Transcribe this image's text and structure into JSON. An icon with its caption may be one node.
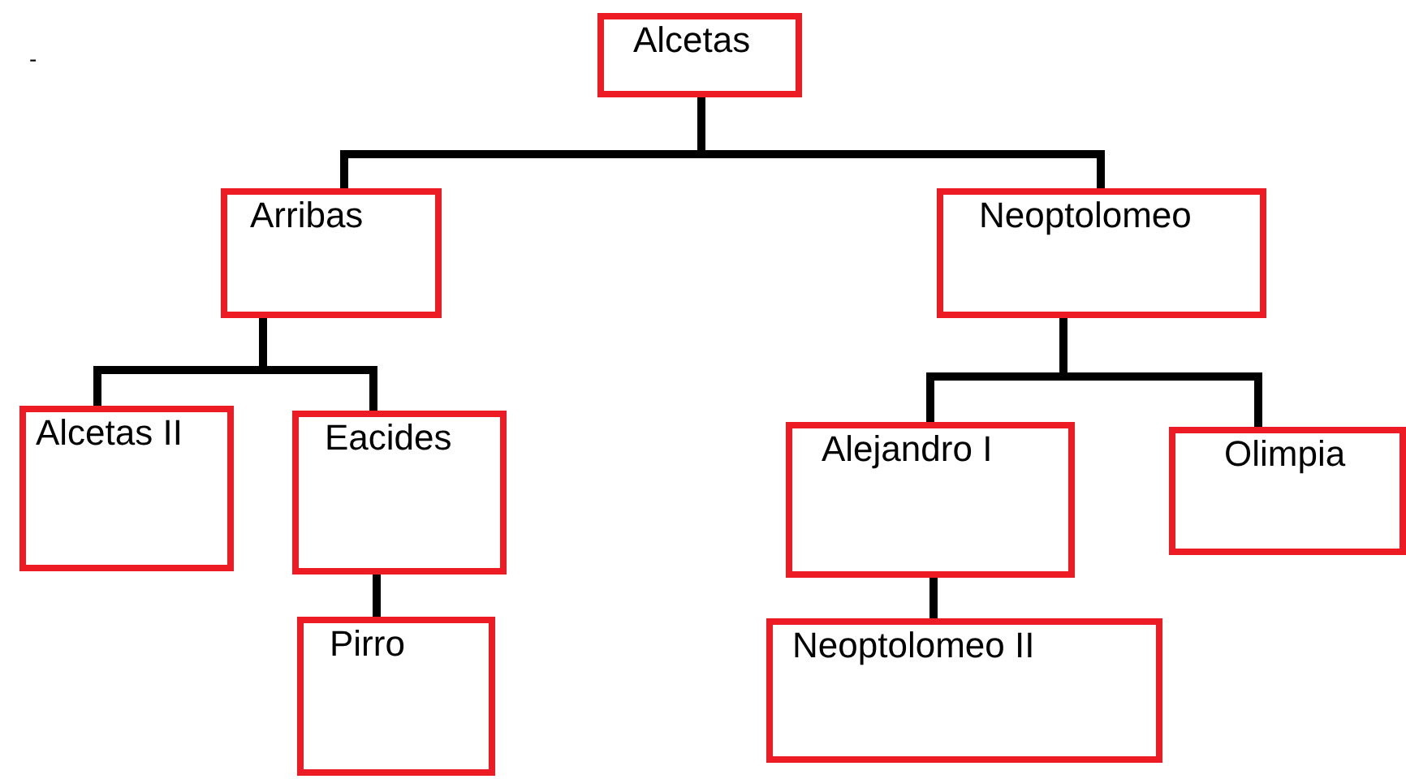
{
  "diagram": {
    "nodes": [
      {
        "text": [
          "Alcetas"
        ]
      },
      {
        "text": [
          "Arribas"
        ]
      },
      {
        "text": [
          "Neoptolomeo"
        ]
      },
      {
        "text": [
          "Alcetas II"
        ]
      },
      {
        "text": [
          "Eacides"
        ]
      },
      {
        "text": [
          "Pirro"
        ]
      },
      {
        "text": [
          "Alejandro I"
        ]
      },
      {
        "text": [
          "Olimpia"
        ]
      },
      {
        "text": [
          "Neoptolomeo II"
        ]
      }
    ],
    "edges": [
      {
        "from": 0,
        "to": 1,
        "arrow": "none"
      },
      {
        "from": 0,
        "to": 2,
        "arrow": "none"
      },
      {
        "from": 1,
        "to": 3,
        "arrow": "none"
      },
      {
        "from": 1,
        "to": 4,
        "arrow": "none"
      },
      {
        "from": 4,
        "to": 5,
        "arrow": "none"
      },
      {
        "from": 2,
        "to": 6,
        "arrow": "none"
      },
      {
        "from": 2,
        "to": 7,
        "arrow": "none"
      },
      {
        "from": 6,
        "to": 8,
        "arrow": "none"
      }
    ],
    "labels": [
      "-"
    ]
  }
}
